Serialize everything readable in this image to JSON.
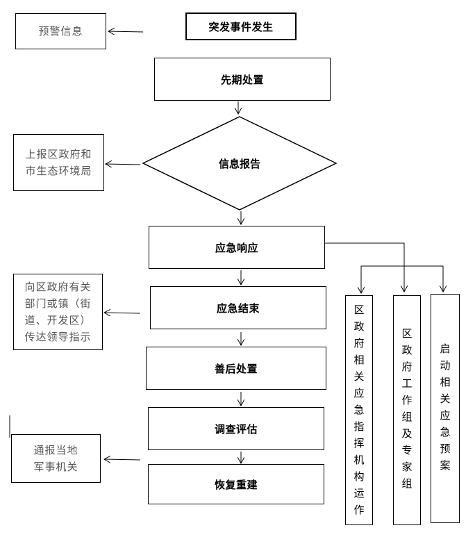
{
  "flow": {
    "start": "突发事件发生",
    "step1": "先期处置",
    "step2": "信息报告",
    "step3": "应急响应",
    "step4": "应急结束",
    "step5": "善后处置",
    "step6": "调查评估",
    "step7": "恢复重建"
  },
  "side": {
    "warning": "预警信息",
    "report_line1": "上报区政府和",
    "report_line2": "市生态环境局",
    "direct_line1": "向区政府有关",
    "direct_line2": "部门或镇（街",
    "direct_line3": "道、开发区）",
    "direct_line4": "传达领导指示",
    "military_line1": "通报当地",
    "military_line2": "军事机关"
  },
  "branches": {
    "command": "区政府相关应急指挥机构运作",
    "workgroup": "区政府工作组及专家组",
    "plan": "启动相关应急预案"
  }
}
